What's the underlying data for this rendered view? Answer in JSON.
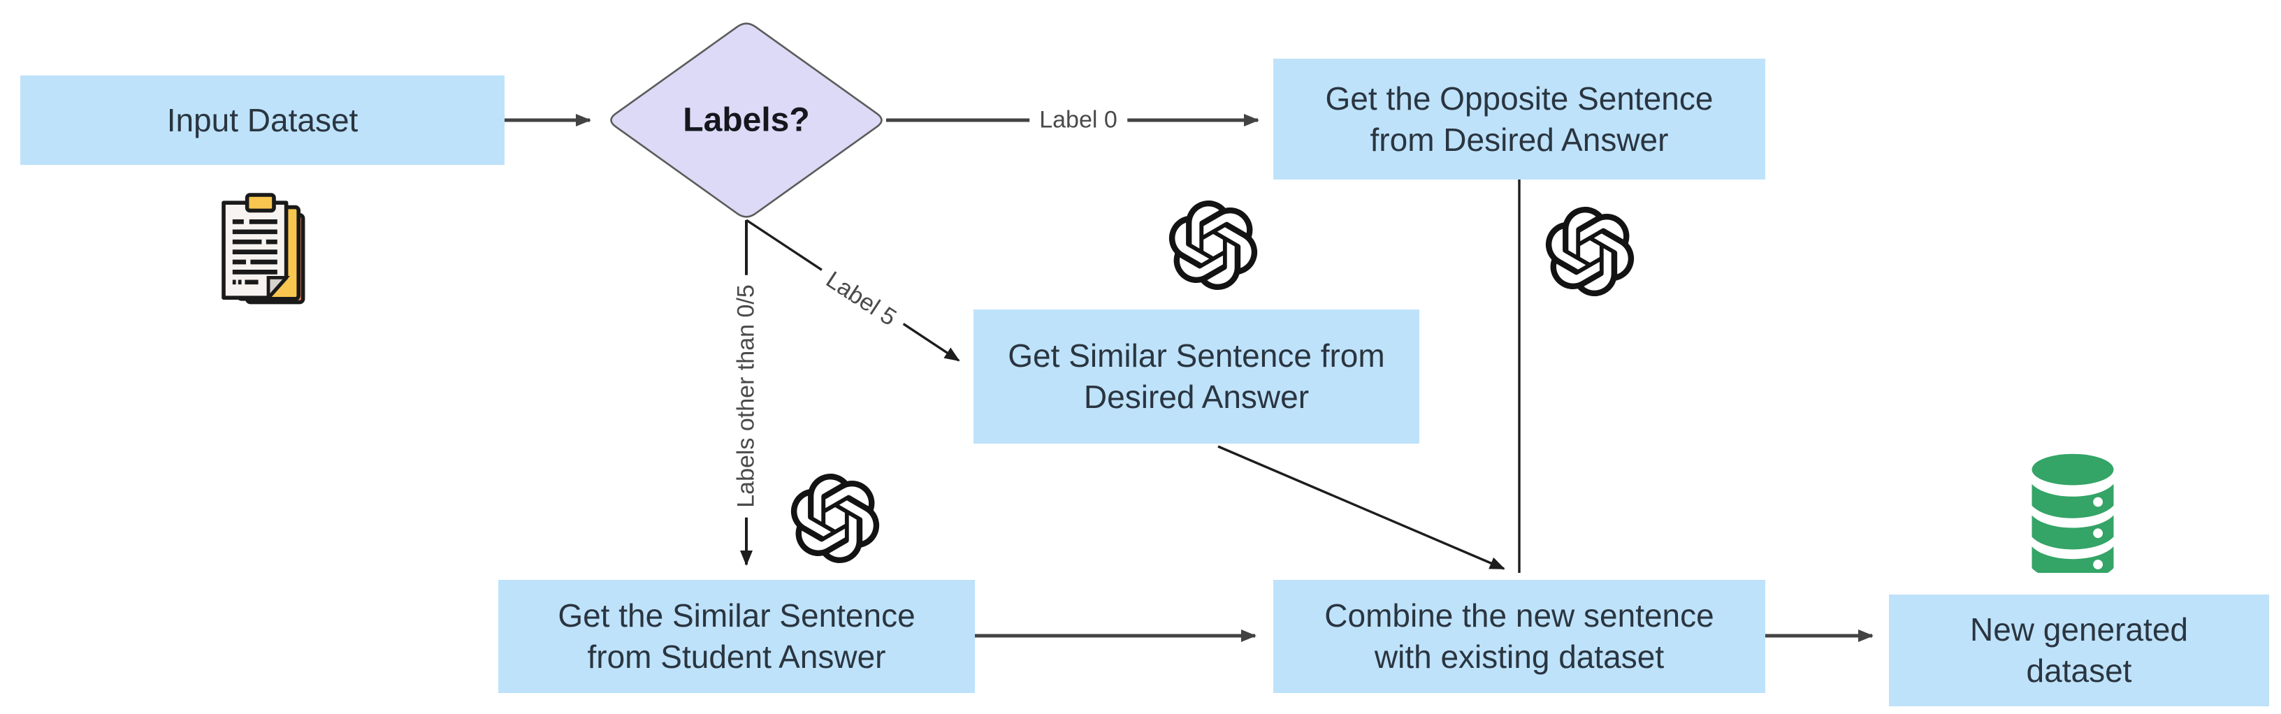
{
  "diagram": {
    "nodes": {
      "input": {
        "label": "Input Dataset"
      },
      "decision": {
        "label": "Labels?"
      },
      "opposite": {
        "label": "Get the Opposite Sentence from Desired Answer"
      },
      "similar_desired": {
        "label": "Get Similar Sentence from Desired Answer"
      },
      "similar_student": {
        "label": "Get the Similar Sentence from Student Answer"
      },
      "combine": {
        "label": "Combine the new sentence with existing dataset"
      },
      "output": {
        "label": "New generated dataset"
      }
    },
    "edge_labels": {
      "label0": "Label 0",
      "label5": "Label 5",
      "other": "Labels other than 0/5"
    },
    "icons": {
      "documents": "documents-icon",
      "openai": "openai-logo-icon",
      "database": "database-icon"
    },
    "colors": {
      "process_fill": "#BEE2FA",
      "decision_fill": "#DCDAF6",
      "decision_border": "#5B5B5B",
      "text": "#2A3540",
      "edge_label_text": "#4A4A4A",
      "arrow_gray": "#434343",
      "arrow_black": "#1D1D1D",
      "database_green": "#34A467",
      "doc_yellow": "#F9C74F",
      "doc_orange": "#F08A5A",
      "doc_paper": "#F7F3F0"
    }
  }
}
